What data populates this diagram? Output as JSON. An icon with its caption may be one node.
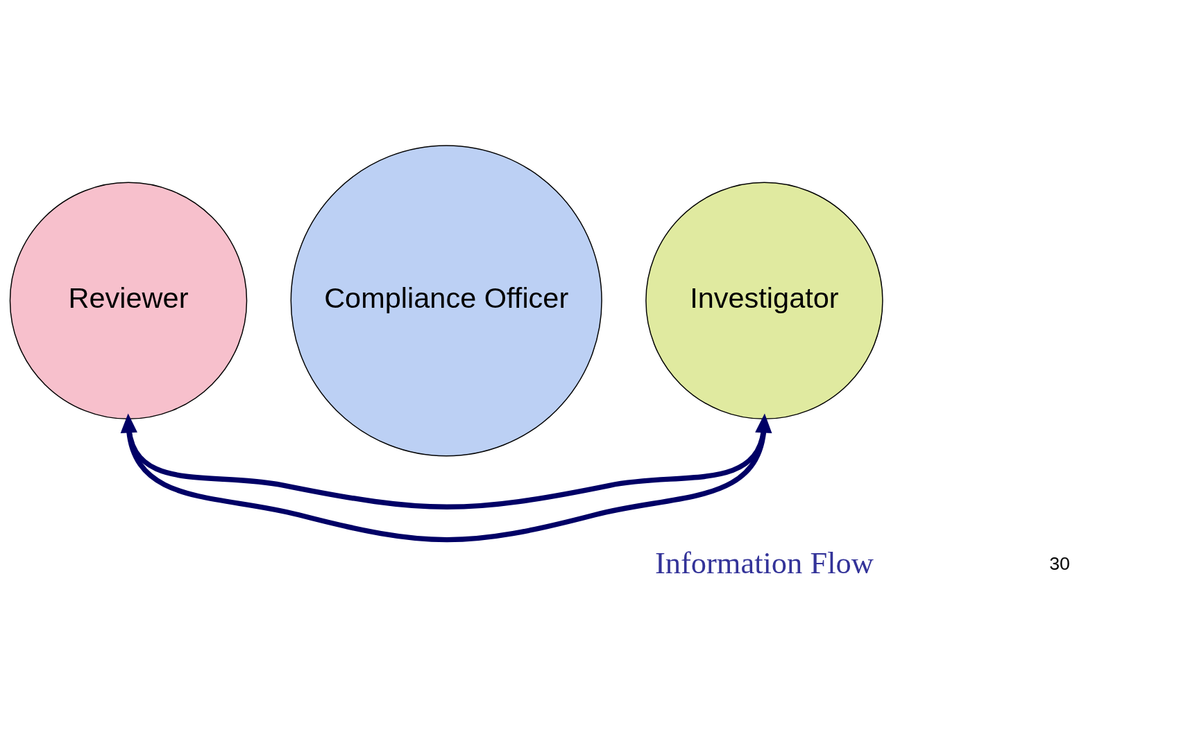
{
  "diagram": {
    "nodes": [
      {
        "text": [
          "Reviewer"
        ]
      },
      {
        "text": [
          "Investigator"
        ]
      },
      {
        "text": [
          "Compliance Officer"
        ]
      }
    ],
    "edges": [
      {
        "from": 0,
        "to": 1,
        "arrow": "to"
      },
      {
        "from": 1,
        "to": 0,
        "arrow": "to"
      }
    ],
    "labels": [
      "Information Flow",
      "30"
    ]
  }
}
